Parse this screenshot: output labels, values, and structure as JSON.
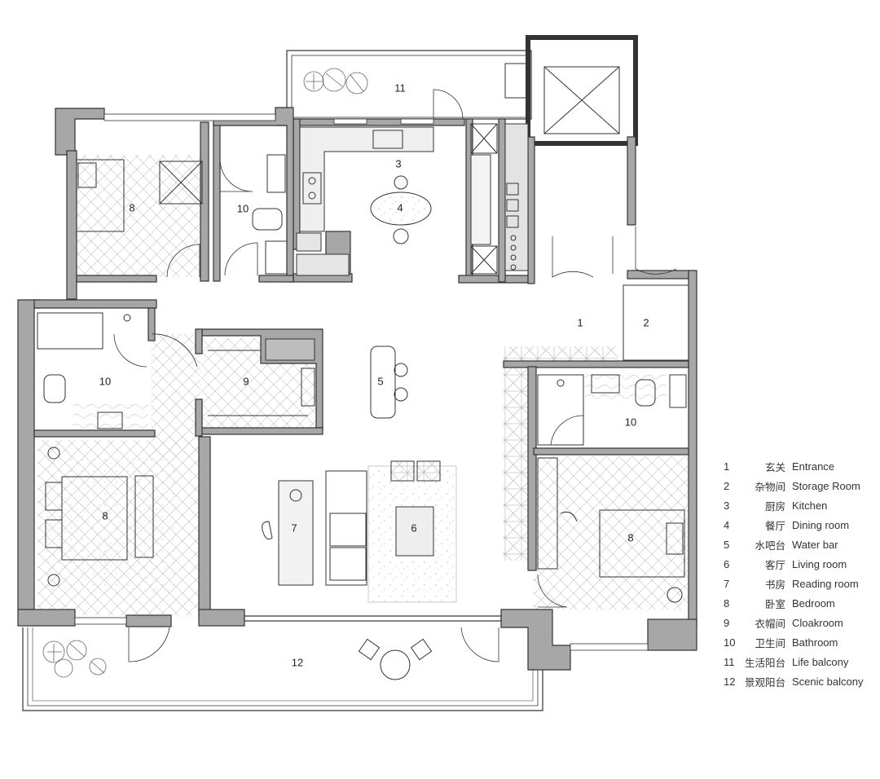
{
  "room_labels": {
    "entrance": "1",
    "storage": "2",
    "kitchen": "3",
    "dining": "4",
    "water_bar": "5",
    "living": "6",
    "reading": "7",
    "bedroom_nw": "8",
    "bedroom_sw": "8",
    "bedroom_e": "8",
    "cloakroom": "9",
    "bath_n": "10",
    "bath_w": "10",
    "bath_e": "10",
    "life_balcony": "11",
    "scenic_balcony": "12"
  },
  "legend": [
    {
      "num": "1",
      "cn": "玄关",
      "en": "Entrance"
    },
    {
      "num": "2",
      "cn": "杂物间",
      "en": "Storage Room"
    },
    {
      "num": "3",
      "cn": "厨房",
      "en": "Kitchen"
    },
    {
      "num": "4",
      "cn": "餐厅",
      "en": "Dining room"
    },
    {
      "num": "5",
      "cn": "水吧台",
      "en": "Water bar"
    },
    {
      "num": "6",
      "cn": "客厅",
      "en": "Living room"
    },
    {
      "num": "7",
      "cn": "书房",
      "en": "Reading room"
    },
    {
      "num": "8",
      "cn": "卧室",
      "en": "Bedroom"
    },
    {
      "num": "9",
      "cn": "衣帽间",
      "en": "Cloakroom"
    },
    {
      "num": "10",
      "cn": "卫生间",
      "en": "Bathroom"
    },
    {
      "num": "11",
      "cn": "生活阳台",
      "en": "Life balcony"
    },
    {
      "num": "12",
      "cn": "景观阳台",
      "en": "Scenic balcony"
    }
  ],
  "colors": {
    "wall": "#a7a7a7",
    "outline": "#333333",
    "fixture": "#d4d4d4"
  }
}
